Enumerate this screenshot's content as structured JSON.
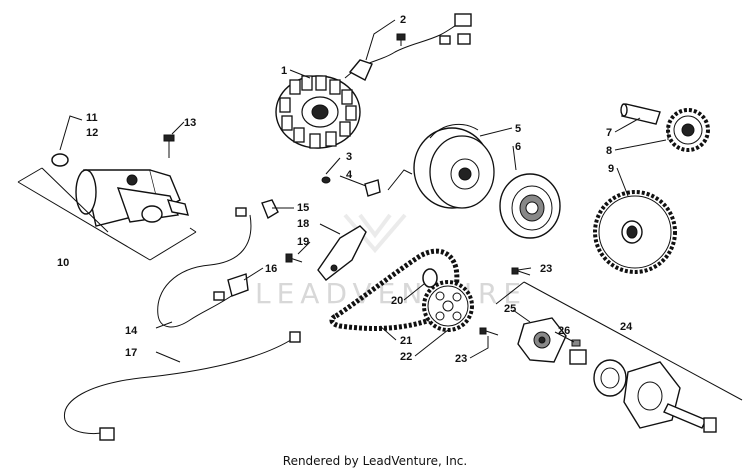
{
  "diagram": {
    "callouts": {
      "c1": "1",
      "c2": "2",
      "c3": "3",
      "c4": "4",
      "c5": "5",
      "c6": "6",
      "c7": "7",
      "c8": "8",
      "c9": "9",
      "c10": "10",
      "c11": "11",
      "c12": "12",
      "c13": "13",
      "c14": "14",
      "c15": "15",
      "c16": "16",
      "c17": "17",
      "c18": "18",
      "c19": "19",
      "c20": "20",
      "c21": "21",
      "c22": "22",
      "c23a": "23",
      "c23b": "23",
      "c24": "24",
      "c25": "25",
      "c26": "26"
    },
    "watermark": "LEADVENTURE",
    "footer": "Rendered by LeadVenture, Inc."
  }
}
